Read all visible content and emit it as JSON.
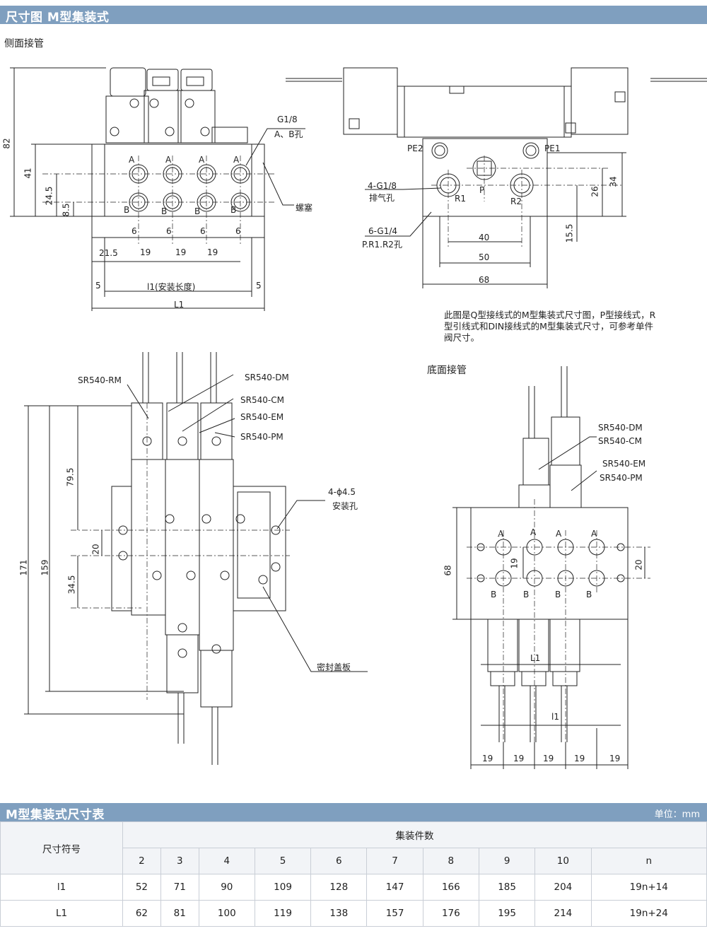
{
  "header": {
    "title": "尺寸图 M型集装式"
  },
  "sections": {
    "side_piping": "侧面接管",
    "bottom_piping": "底面接管"
  },
  "note": "此图是Q型接线式的M型集装式尺寸图，P型接线式，R型引线式和DIN接线式的M型集装式尺寸，可参考单件阀尺寸。",
  "side_view": {
    "dims": {
      "h82": "82",
      "h41": "41",
      "h24_5": "24.5",
      "h8_5": "8.5",
      "p6a": "6",
      "p6b": "6",
      "p6c": "6",
      "p6d": "6",
      "d21_5": "21.5",
      "d19a": "19",
      "d19b": "19",
      "d19c": "19",
      "d5a": "5",
      "d5b": "5"
    },
    "labels": {
      "g18": "G1/8",
      "ab_port": "A、B孔",
      "plug": "螺塞",
      "install_len": "l1(安装长度)",
      "L1": "L1",
      "A": "A",
      "B": "B"
    }
  },
  "front_view": {
    "labels": {
      "pe2": "PE2",
      "pe1": "PE1",
      "p": "P",
      "r1": "R1",
      "r2": "R2",
      "g18x4": "4-G1/8",
      "exhaust": "排气孔",
      "g14x6": "6-G1/4",
      "pr_port": "P.R1.R2孔"
    },
    "dims": {
      "d40": "40",
      "d50": "50",
      "d68": "68",
      "d34": "34",
      "d26": "26",
      "d15_5": "15.5"
    }
  },
  "top_view": {
    "models": {
      "rm": "SR540-RM",
      "dm": "SR540-DM",
      "cm": "SR540-CM",
      "em": "SR540-EM",
      "pm": "SR540-PM"
    },
    "labels": {
      "mount_hole_count": "4-ϕ4.5",
      "mount_hole": "安装孔",
      "seal_plate": "密封盖板"
    },
    "dims": {
      "d171": "171",
      "d159": "159",
      "d79_5": "79.5",
      "d20": "20",
      "d34_5": "34.5"
    }
  },
  "bottom_view": {
    "models": {
      "dm": "SR540-DM",
      "cm": "SR540-CM",
      "em": "SR540-EM",
      "pm": "SR540-PM"
    },
    "dims": {
      "d68": "68",
      "d19v": "19",
      "d20": "20",
      "d19a": "19",
      "d19b": "19",
      "d19c": "19",
      "d19d": "19",
      "d19e": "19"
    },
    "labels": {
      "L1": "L1",
      "l1": "l1",
      "A": "A",
      "B": "B"
    }
  },
  "table": {
    "title": "M型集装式尺寸表",
    "unit": "单位：mm",
    "symbol_header": "尺寸符号",
    "group_header": "集装件数",
    "columns": [
      "2",
      "3",
      "4",
      "5",
      "6",
      "7",
      "8",
      "9",
      "10",
      "n"
    ],
    "rows": [
      {
        "symbol": "l1",
        "values": [
          "52",
          "71",
          "90",
          "109",
          "128",
          "147",
          "166",
          "185",
          "204",
          "19n+14"
        ]
      },
      {
        "symbol": "L1",
        "values": [
          "62",
          "81",
          "100",
          "119",
          "138",
          "157",
          "176",
          "195",
          "214",
          "19n+24"
        ]
      }
    ]
  }
}
